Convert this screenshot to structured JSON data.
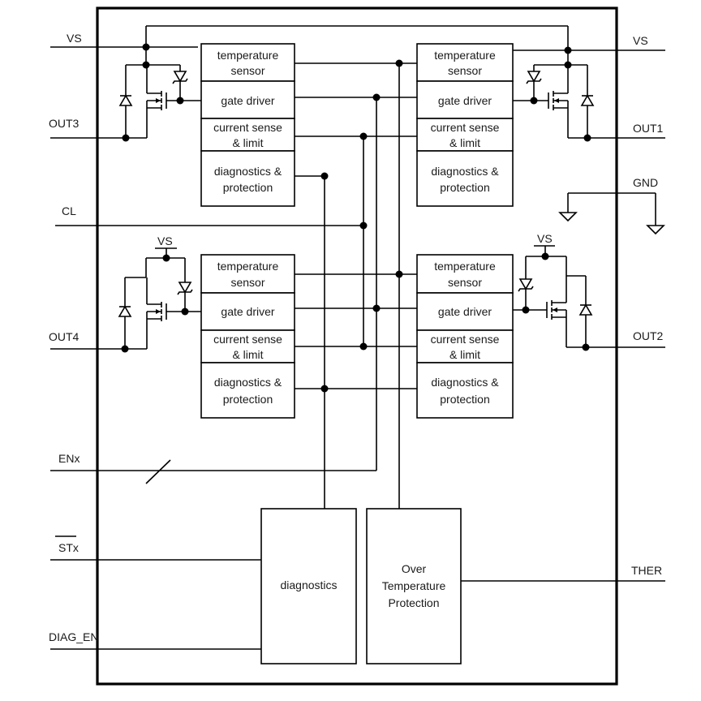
{
  "pins": {
    "vs_left": "VS",
    "vs_right": "VS",
    "out3": "OUT3",
    "out1": "OUT1",
    "gnd": "GND",
    "cl": "CL",
    "vs_q4": "VS",
    "vs_q2": "VS",
    "out4": "OUT4",
    "out2": "OUT2",
    "enx": "ENx",
    "stx": "STx",
    "ther": "THER",
    "diag_en": "DIAG_EN"
  },
  "blocks": {
    "temp_l1": "temperature",
    "temp_l2": "sensor",
    "gate": "gate driver",
    "cs_l1": "current sense",
    "cs_l2_a": "& limit",
    "cs_l2_b": "&  limit",
    "diag_l1": "diagnostics &",
    "diag_l2": "protection",
    "diagnostics": "diagnostics",
    "otp_l1": "Over",
    "otp_l2": "Temperature",
    "otp_l3": "Protection"
  }
}
